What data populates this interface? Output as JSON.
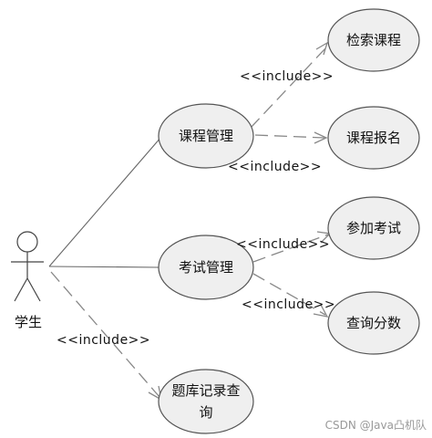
{
  "actor": {
    "name": "学生"
  },
  "use_cases": {
    "course_mgmt": "课程管理",
    "search_course": "检索课程",
    "course_enroll": "课程报名",
    "exam_mgmt": "考试管理",
    "join_exam": "参加考试",
    "query_score": "查询分数",
    "question_bank_line1": "题库记录查",
    "question_bank_line2": "询"
  },
  "relations": {
    "include_1": "<<include>>",
    "include_2": "<<include>>",
    "include_3": "<<include>>",
    "include_4": "<<include>>",
    "include_5": "<<include>>"
  },
  "watermark": "CSDN @Java凸机队"
}
